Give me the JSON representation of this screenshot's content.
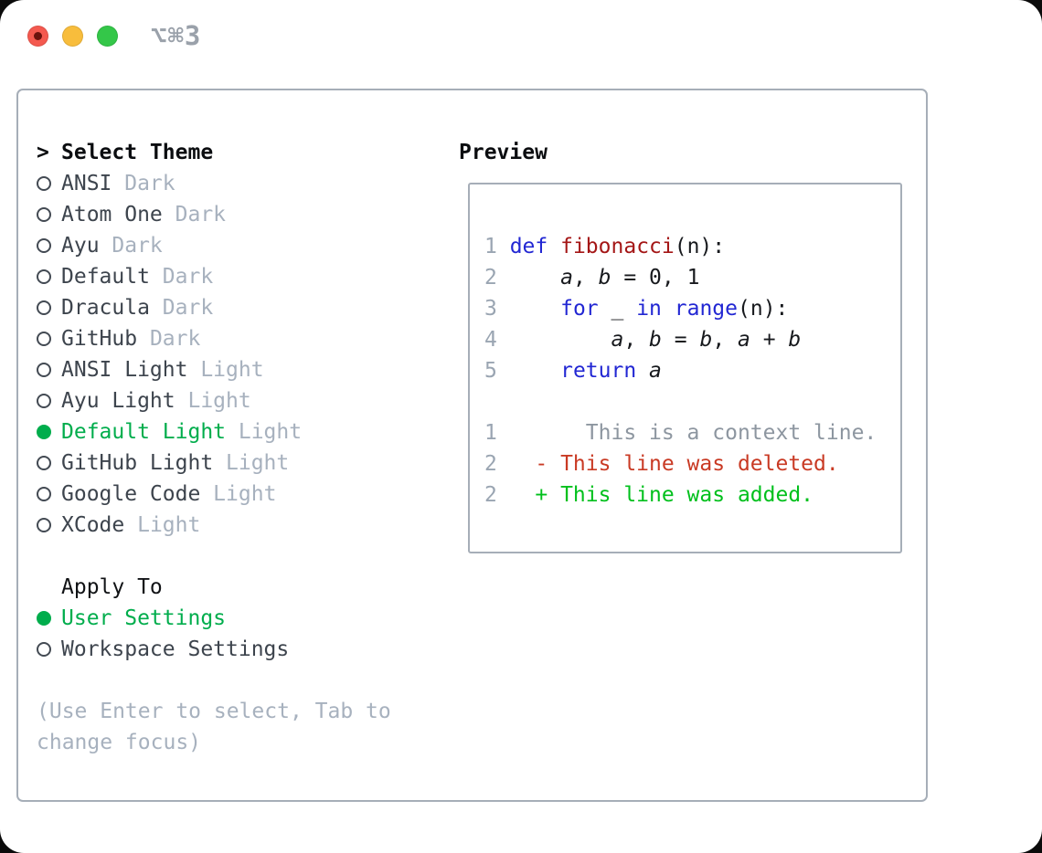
{
  "titlebar": {
    "shortcut": "⌥⌘3"
  },
  "colors": {
    "selection_green": "#00ad4c",
    "diff_added_green": "#00c01c",
    "diff_deleted_red": "#c93a24",
    "keyword_blue": "#2227d3",
    "function_red": "#a41616",
    "muted_gray": "#a7b1be",
    "line_number_gray": "#9aa5b2",
    "border_gray": "#a6aeb8",
    "traffic_red": "#f4594f",
    "traffic_yellow": "#f8bd3c",
    "traffic_green": "#34c749"
  },
  "theme_picker": {
    "prompt": ">",
    "title": "Select Theme",
    "items": [
      {
        "name": "ANSI",
        "variant": "Dark",
        "selected": false
      },
      {
        "name": "Atom One",
        "variant": "Dark",
        "selected": false
      },
      {
        "name": "Ayu",
        "variant": "Dark",
        "selected": false
      },
      {
        "name": "Default",
        "variant": "Dark",
        "selected": false
      },
      {
        "name": "Dracula",
        "variant": "Dark",
        "selected": false
      },
      {
        "name": "GitHub",
        "variant": "Dark",
        "selected": false
      },
      {
        "name": "ANSI Light",
        "variant": "Light",
        "selected": false
      },
      {
        "name": "Ayu Light",
        "variant": "Light",
        "selected": false
      },
      {
        "name": "Default Light",
        "variant": "Light",
        "selected": true
      },
      {
        "name": "GitHub Light",
        "variant": "Light",
        "selected": false
      },
      {
        "name": "Google Code",
        "variant": "Light",
        "selected": false
      },
      {
        "name": "XCode",
        "variant": "Light",
        "selected": false
      }
    ]
  },
  "apply_to": {
    "title": "Apply To",
    "options": [
      {
        "label": "User Settings",
        "selected": true
      },
      {
        "label": "Workspace Settings",
        "selected": false
      }
    ]
  },
  "hint": {
    "line1": "(Use Enter to select, Tab to",
    "line2": "change focus)"
  },
  "preview": {
    "title": "Preview",
    "code_lines": [
      {
        "num": "1",
        "tokens": [
          [
            "def",
            "kw"
          ],
          [
            " ",
            "pl"
          ],
          [
            "fibonacci",
            "fn"
          ],
          [
            "(n):",
            "pl"
          ]
        ]
      },
      {
        "num": "2",
        "tokens": [
          [
            "    ",
            "pl"
          ],
          [
            "a",
            "var"
          ],
          [
            ", ",
            "pl"
          ],
          [
            "b",
            "var"
          ],
          [
            " = 0, 1",
            "pl"
          ]
        ]
      },
      {
        "num": "3",
        "tokens": [
          [
            "    ",
            "pl"
          ],
          [
            "for",
            "kw"
          ],
          [
            " _ ",
            "pl"
          ],
          [
            "in",
            "kw"
          ],
          [
            " ",
            "pl"
          ],
          [
            "range",
            "kw"
          ],
          [
            "(n):",
            "pl"
          ]
        ]
      },
      {
        "num": "4",
        "tokens": [
          [
            "        ",
            "pl"
          ],
          [
            "a",
            "var"
          ],
          [
            ", ",
            "pl"
          ],
          [
            "b",
            "var"
          ],
          [
            " = ",
            "pl"
          ],
          [
            "b",
            "var"
          ],
          [
            ", ",
            "pl"
          ],
          [
            "a",
            "var"
          ],
          [
            " + ",
            "pl"
          ],
          [
            "b",
            "var"
          ]
        ]
      },
      {
        "num": "5",
        "tokens": [
          [
            "    ",
            "pl"
          ],
          [
            "return",
            "kw"
          ],
          [
            " ",
            "pl"
          ],
          [
            "a",
            "var"
          ]
        ]
      }
    ],
    "diff_lines": [
      {
        "num": "1",
        "pad": "       ",
        "marker": "",
        "text": "This is a context line.",
        "type": "ctx"
      },
      {
        "num": "2",
        "pad": "   ",
        "marker": "- ",
        "text": "This line was deleted.",
        "type": "del"
      },
      {
        "num": "2",
        "pad": "   ",
        "marker": "+ ",
        "text": "This line was added.",
        "type": "add"
      }
    ]
  }
}
